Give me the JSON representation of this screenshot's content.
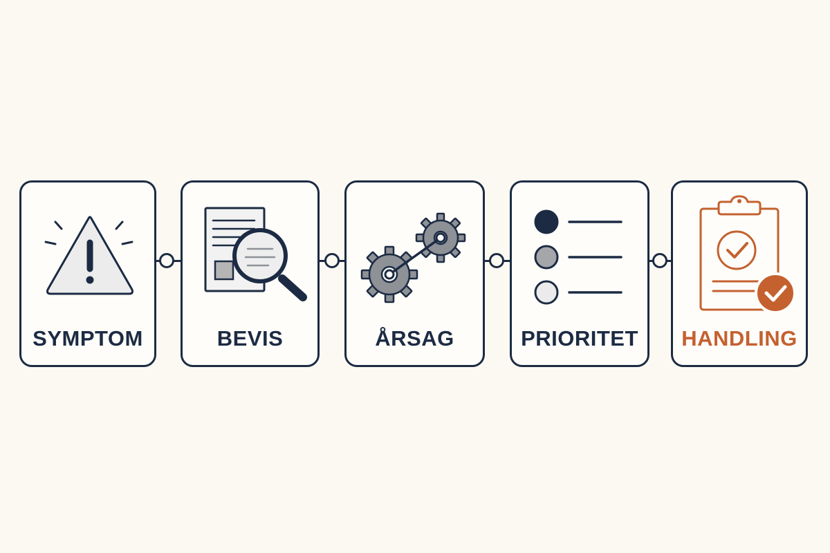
{
  "colors": {
    "background": "#fcf9f3",
    "ink": "#1c2b43",
    "accent": "#c4612f",
    "gray": "#8e9196",
    "light_gray": "#e9e9e9"
  },
  "steps": [
    {
      "label": "SYMPTOM",
      "icon": "warning-triangle-icon"
    },
    {
      "label": "BEVIS",
      "icon": "document-magnifier-icon"
    },
    {
      "label": "ÅRSAG",
      "icon": "linked-gears-icon"
    },
    {
      "label": "PRIORITET",
      "icon": "priority-list-icon"
    },
    {
      "label": "HANDLING",
      "icon": "clipboard-check-icon"
    }
  ]
}
